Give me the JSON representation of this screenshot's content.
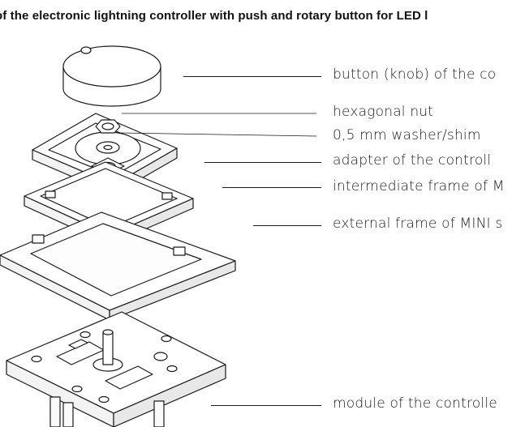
{
  "title": "of the electronic lightning controller with push and rotary button for LED l",
  "labels": {
    "knob": "button (knob) of the co",
    "nut": "hexagonal nut",
    "washer": "0,5 mm washer/shim",
    "adapter": "adapter of the controll",
    "intermediate": "intermediate frame of M",
    "external": "external frame of MINI s",
    "module": "module of the controlle"
  },
  "colors": {
    "line": "#1a1a1a",
    "fill": "#ffffff",
    "shade": "#f0f0f0"
  }
}
